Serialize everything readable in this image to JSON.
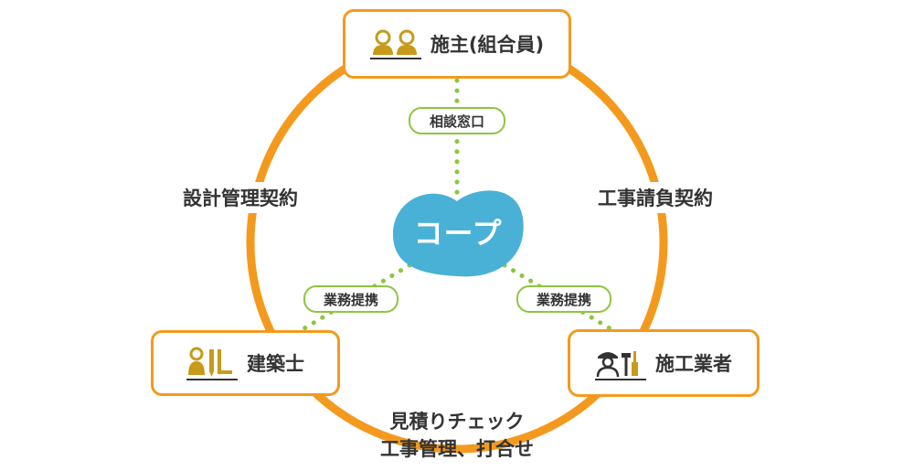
{
  "diagram": {
    "nodes": {
      "owner": {
        "label": "施主(組合員)",
        "icon": "people-icon"
      },
      "architect": {
        "label": "建築士",
        "icon": "architect-tools-icon"
      },
      "contractor": {
        "label": "施工業者",
        "icon": "builder-tools-icon"
      }
    },
    "center": {
      "label": "コープ"
    },
    "links": {
      "consult": "相談窓口",
      "partner_left": "業務提携",
      "partner_right": "業務提携"
    },
    "edges": {
      "left": "設計管理契約",
      "right": "工事請負契約",
      "bottom_line1": "見積りチェック",
      "bottom_line2": "工事管理、打合せ"
    },
    "colors": {
      "ring": "#f39a1e",
      "link": "#8cc63f",
      "center": "#49b1d6",
      "icon": "#c89a1a"
    }
  }
}
